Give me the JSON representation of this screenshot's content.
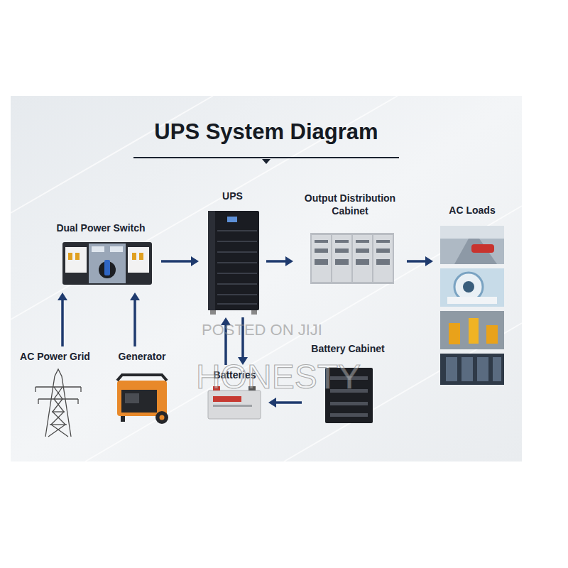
{
  "diagram": {
    "title": "UPS System Diagram",
    "nodes": [
      {
        "text": [
          "Dual Power Switch"
        ]
      },
      {
        "text": [
          "UPS"
        ]
      },
      {
        "text": [
          "Output Distribution Cabinet"
        ]
      },
      {
        "text": [
          "AC Loads"
        ]
      },
      {
        "text": [
          "AC Power Grid"
        ]
      },
      {
        "text": [
          "Generator"
        ]
      },
      {
        "text": [
          "Batteries"
        ]
      },
      {
        "text": [
          "Battery Cabinet"
        ]
      }
    ],
    "edges": [
      {
        "from": 4,
        "to": 0,
        "arrow": "to"
      },
      {
        "from": 5,
        "to": 0,
        "arrow": "to"
      },
      {
        "from": 0,
        "to": 1,
        "arrow": "to"
      },
      {
        "from": 1,
        "to": 2,
        "arrow": "to"
      },
      {
        "from": 2,
        "to": 3,
        "arrow": "to"
      },
      {
        "from": 6,
        "to": 1,
        "arrow": "to"
      },
      {
        "from": 1,
        "to": 6,
        "arrow": "to"
      },
      {
        "from": 7,
        "to": 6,
        "arrow": "to"
      }
    ],
    "labels": [
      "POSTED ON JIJI",
      "HONESTY"
    ]
  }
}
